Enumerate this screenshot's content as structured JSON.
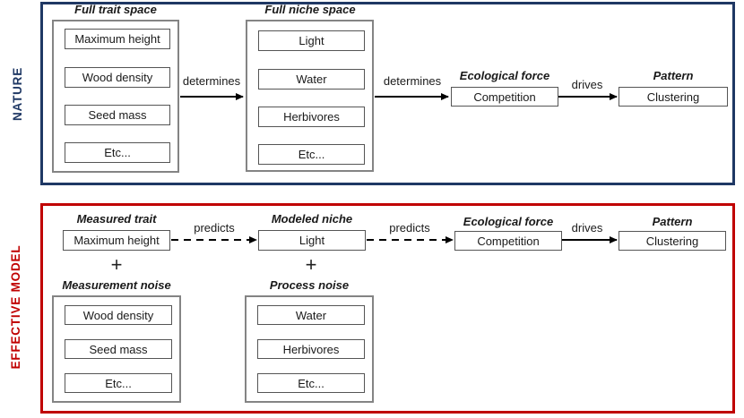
{
  "colors": {
    "nature_blue": "#1f3864",
    "model_red": "#c00000",
    "group_border_gray": "#848484",
    "box_border_gray": "#555555",
    "arrow_black": "#000000"
  },
  "nature_panel": {
    "label": "NATURE",
    "trait_space": {
      "title": "Full trait space",
      "items": [
        "Maximum height",
        "Wood density",
        "Seed mass",
        "Etc..."
      ]
    },
    "arrow1_label": "determines",
    "niche_space": {
      "title": "Full niche space",
      "items": [
        "Light",
        "Water",
        "Herbivores",
        "Etc..."
      ]
    },
    "arrow2_label": "determines",
    "force": {
      "title": "Ecological force",
      "box": "Competition"
    },
    "arrow3_label": "drives",
    "pattern": {
      "title": "Pattern",
      "box": "Clustering"
    }
  },
  "model_panel": {
    "label": "EFFECTIVE MODEL",
    "measured_trait": {
      "title": "Measured trait",
      "box": "Maximum height"
    },
    "plus_sign": "+",
    "measurement_noise": {
      "title": "Measurement noise",
      "items": [
        "Wood density",
        "Seed mass",
        "Etc..."
      ]
    },
    "arrow1_label": "predicts",
    "modeled_niche": {
      "title": "Modeled niche",
      "box": "Light"
    },
    "process_noise": {
      "title": "Process noise",
      "items": [
        "Water",
        "Herbivores",
        "Etc..."
      ]
    },
    "arrow2_label": "predicts",
    "force": {
      "title": "Ecological force",
      "box": "Competition"
    },
    "arrow3_label": "drives",
    "pattern": {
      "title": "Pattern",
      "box": "Clustering"
    }
  }
}
